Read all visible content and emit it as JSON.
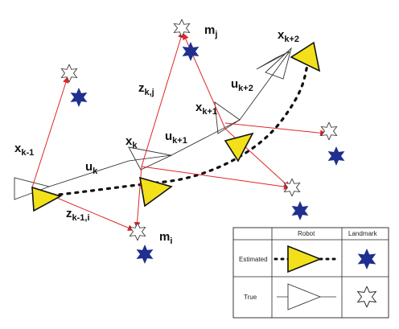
{
  "colors": {
    "red": "#e0262a",
    "estimate_fill": "#f2e11a",
    "landmark_estimate": "#1f2f8f",
    "true_outline": "#444444",
    "black": "#111111"
  },
  "labels": {
    "x_km1": {
      "main": "x",
      "sub": "k-1"
    },
    "x_k": {
      "main": "x",
      "sub": "k"
    },
    "x_kp1": {
      "main": "x",
      "sub": "k+1"
    },
    "x_kp2": {
      "main": "x",
      "sub": "k+2"
    },
    "u_k": {
      "main": "u",
      "sub": "k"
    },
    "u_kp1": {
      "main": "u",
      "sub": "k+1"
    },
    "u_kp2": {
      "main": "u",
      "sub": "k+2"
    },
    "z_kj": {
      "main": "z",
      "sub": "k,j"
    },
    "z_km1i": {
      "main": "z",
      "sub": "k-1,i"
    },
    "m_j": {
      "main": "m",
      "sub": "j"
    },
    "m_i": {
      "main": "m",
      "sub": "i"
    }
  },
  "legend": {
    "header_robot": "Robot",
    "header_landmark": "Landmark",
    "row_estimated": "Estimated",
    "row_true": "True"
  },
  "icons": {
    "estimated_robot": "yellow-triangle-icon",
    "true_robot": "outline-triangle-icon",
    "estimated_landmark": "blue-star-icon",
    "true_landmark": "white-star-icon"
  }
}
